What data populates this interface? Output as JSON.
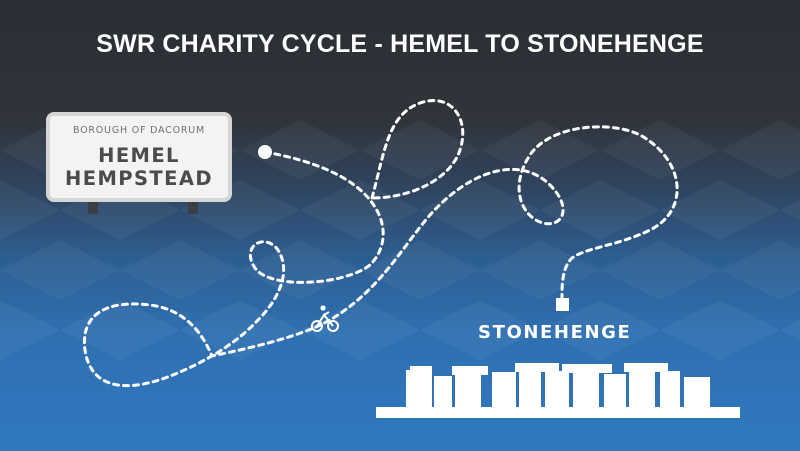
{
  "title": "SWR CHARITY CYCLE - HEMEL TO STONEHENGE",
  "sign": {
    "borough": "BOROUGH OF DACORUM",
    "town_line1": "HEMEL",
    "town_line2": "HEMPSTEAD"
  },
  "destination": {
    "label": "STONEHENGE"
  },
  "icons": {
    "start": "start-dot-icon",
    "finish": "finish-square-icon",
    "rider": "cyclist-icon",
    "monument": "stonehenge-monument-icon"
  },
  "colors": {
    "top_background": "#2b2e34",
    "bottom_background": "#2f79bf",
    "route": "#ffffff",
    "sign_background": "#f3f3f3",
    "sign_text": "#4b4b4b"
  }
}
